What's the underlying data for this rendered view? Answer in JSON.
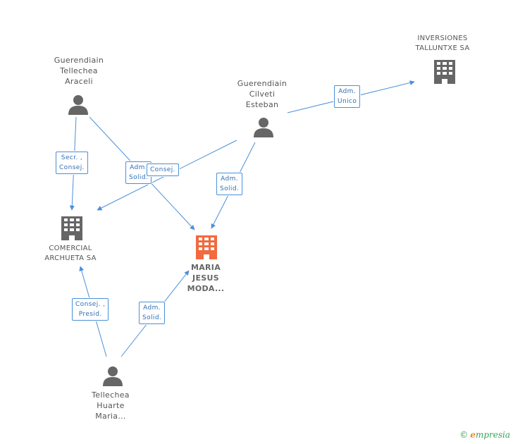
{
  "nodes": {
    "inversiones": {
      "label": "INVERSIONES\nTALLUNTXE SA",
      "icon": "building-icon",
      "color": "#666666"
    },
    "araceli": {
      "label": "Guerendiain\nTellechea\nAraceli",
      "icon": "person-icon",
      "color": "#666666"
    },
    "esteban": {
      "label": "Guerendiain\nCilveti\nEsteban",
      "icon": "person-icon",
      "color": "#666666"
    },
    "comercial": {
      "label": "COMERCIAL\nARCHUETA SA",
      "icon": "building-icon",
      "color": "#666666"
    },
    "maria_jesus": {
      "label": "MARIA\nJESUS\nMODA...",
      "icon": "building-icon",
      "color": "#f26a3d"
    },
    "tellechea": {
      "label": "Tellechea\nHuarte\nMaria...",
      "icon": "person-icon",
      "color": "#666666"
    }
  },
  "edges": {
    "esteban_inversiones": "Adm.\nUnico",
    "araceli_comercial": "Secr. ,\nConsej.",
    "araceli_maria": "Adm.\nSolid.",
    "esteban_comercial": "Consej.",
    "esteban_maria": "Adm.\nSolid.",
    "tellechea_comercial": "Consej. ,\nPresid.",
    "tellechea_maria": "Adm.\nSolid."
  },
  "colors": {
    "edge": "#4a90d9",
    "edge_text": "#2f6fb5"
  },
  "brand": {
    "copyright": "©",
    "initial": "e",
    "name": "mpresia"
  }
}
